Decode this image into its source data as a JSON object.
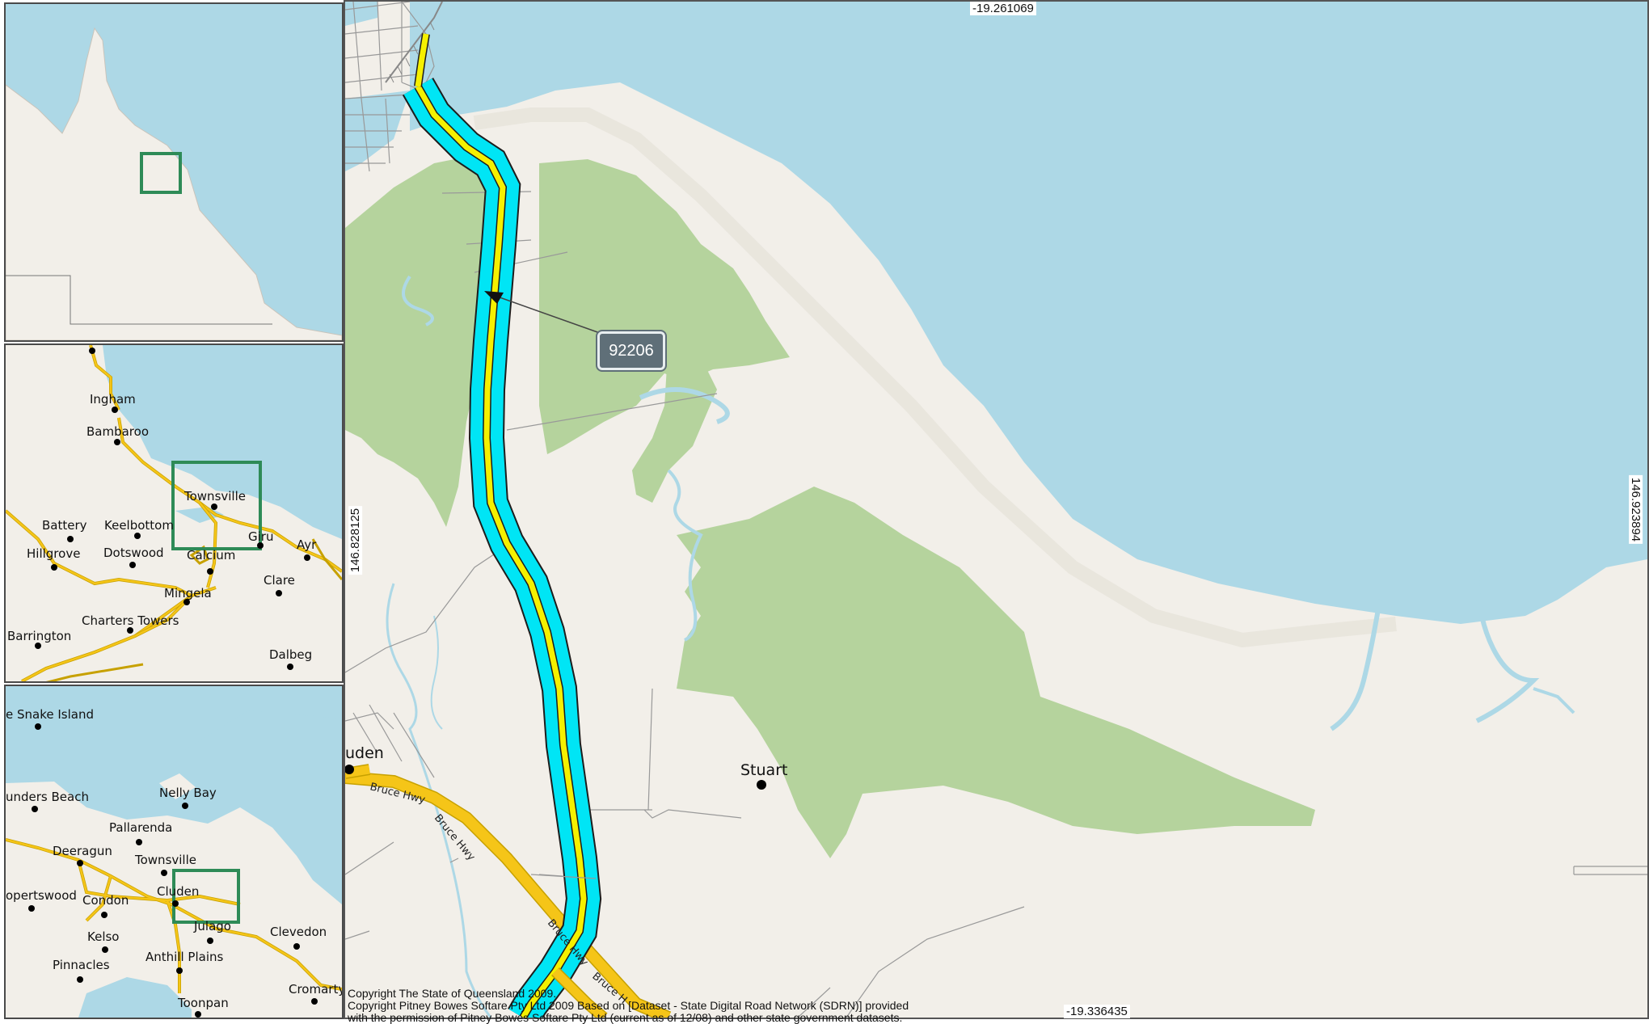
{
  "main_map": {
    "route_id": "92206",
    "coords": {
      "top": "-19.261069",
      "bottom": "-19.336435",
      "left": "146.828125",
      "right": "146.923894"
    },
    "places": [
      {
        "name": "Stuart"
      },
      {
        "name": "uden"
      }
    ],
    "road_labels": {
      "bruce_hwy_1": "Bruce Hwy",
      "bruce_hwy_2": "Bruce Hwy",
      "bruce_hwy_3": "Bruce Hwy",
      "bruce_hwy_4": "Bruce H"
    },
    "copyright_lines": [
      "Copyright The State of Queensland 2009.",
      "Copyright Pitney Bowes Softare Pty Ltd 2009  Based on [Dataset - State Digital Road Network (SDRN)] provided",
      "with the permission of Pitney Bowes Softare Pty Ltd (current as of 12/08) and other state government datasets."
    ],
    "colors": {
      "water": "#add8e6",
      "land": "#f2efe9",
      "park": "#b5d39d",
      "highway": "#f5c518",
      "route_highlight": "#00e5f5",
      "callout": "#5f6f78"
    }
  },
  "inset_mid": {
    "places": [
      {
        "name": "Ingham"
      },
      {
        "name": "Bambaroo"
      },
      {
        "name": "Townsville"
      },
      {
        "name": "Battery"
      },
      {
        "name": "Keelbottom"
      },
      {
        "name": "Giru"
      },
      {
        "name": "Ayr"
      },
      {
        "name": "Hillgrove"
      },
      {
        "name": "Dotswood"
      },
      {
        "name": "Calcium"
      },
      {
        "name": "Clare"
      },
      {
        "name": "Mingela"
      },
      {
        "name": "Charters Towers"
      },
      {
        "name": "Barrington"
      },
      {
        "name": "Dalbeg"
      }
    ]
  },
  "inset_bottom": {
    "places": [
      {
        "name": "e Snake Island"
      },
      {
        "name": "unders Beach"
      },
      {
        "name": "Nelly Bay"
      },
      {
        "name": "Pallarenda"
      },
      {
        "name": "Deeragun"
      },
      {
        "name": "Townsville"
      },
      {
        "name": "opertswood"
      },
      {
        "name": "Condon"
      },
      {
        "name": "Cluden"
      },
      {
        "name": "Julago"
      },
      {
        "name": "Clevedon"
      },
      {
        "name": "Kelso"
      },
      {
        "name": "Anthill Plains"
      },
      {
        "name": "Pinnacles"
      },
      {
        "name": "Cromarty"
      },
      {
        "name": "Toonpan"
      }
    ]
  }
}
